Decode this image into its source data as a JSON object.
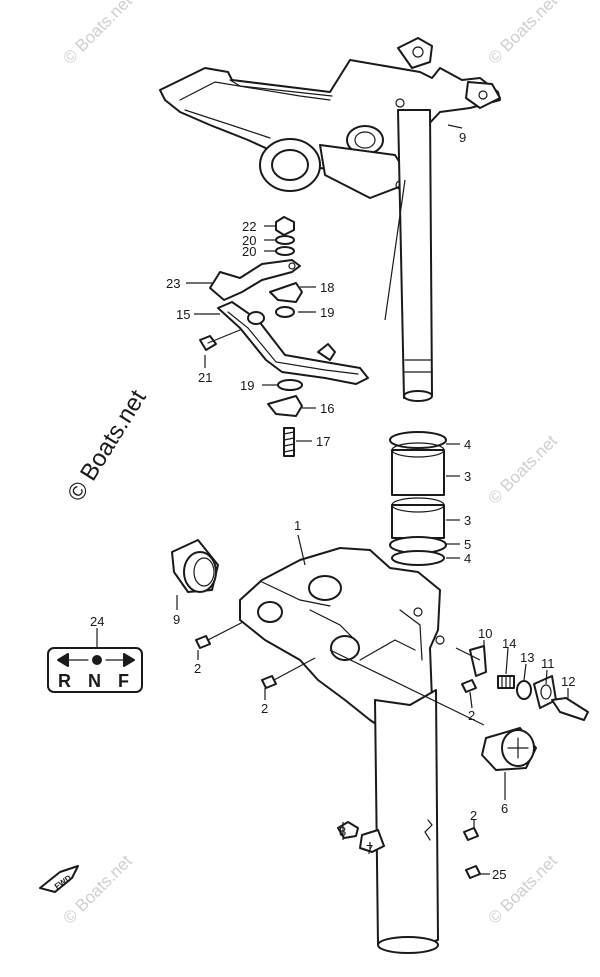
{
  "diagram": {
    "callouts": {
      "c1": "1",
      "c2a": "2",
      "c2b": "2",
      "c2c": "2",
      "c2d": "2",
      "c3a": "3",
      "c3b": "3",
      "c4a": "4",
      "c4b": "4",
      "c5": "5",
      "c6": "6",
      "c7": "7",
      "c8": "8",
      "c9a": "9",
      "c9b": "9",
      "c10": "10",
      "c11": "11",
      "c12": "12",
      "c13": "13",
      "c14": "14",
      "c15": "15",
      "c16": "16",
      "c17": "17",
      "c18": "18",
      "c19a": "19",
      "c19b": "19",
      "c20a": "20",
      "c20b": "20",
      "c21": "21",
      "c22": "22",
      "c23": "23",
      "c24": "24",
      "c25": "25"
    },
    "shift_plate": {
      "r": "R",
      "n": "N",
      "f": "F"
    },
    "fwd_mark": "FWD",
    "watermarks": {
      "main": "© Boats.net",
      "corner": "© Boats.net"
    }
  }
}
